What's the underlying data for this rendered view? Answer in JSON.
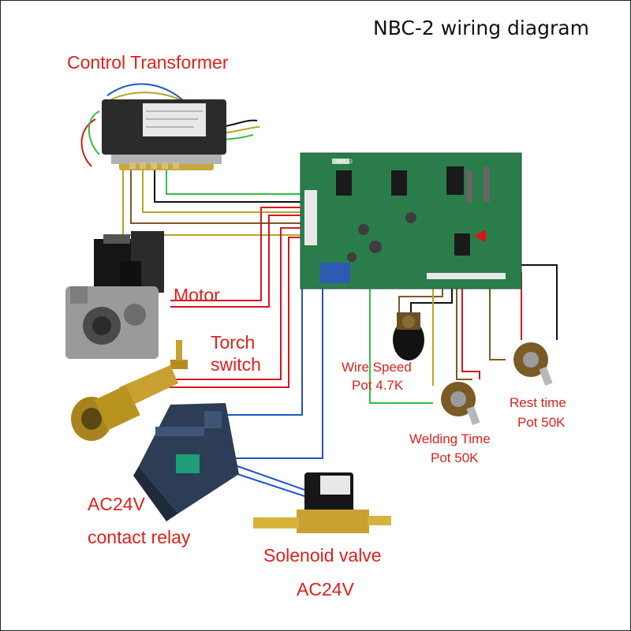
{
  "title": "NBC-2 wiring diagram",
  "labels": {
    "control_transformer": "Control Transformer",
    "motor": "Motor",
    "torch_line1": "Torch",
    "torch_line2": "switch",
    "wire_speed_line1": "Wire Speed",
    "wire_speed_line2": "Pot 4.7K",
    "rest_time_line1": "Rest time",
    "rest_time_line2": "Pot 50K",
    "welding_time_line1": "Welding Time",
    "welding_time_line2": "Pot 50K",
    "relay_line1": "AC24V",
    "relay_line2": "contact relay",
    "solenoid_line1": "Solenoid valve",
    "solenoid_line2": "AC24V"
  },
  "board": {
    "model": "NBC-2"
  },
  "colors": {
    "label_red": "#e0201b",
    "wire_red": "#d8161b",
    "wire_blue": "#1d56c9",
    "wire_green": "#2fc142",
    "wire_yellow": "#b5a52a",
    "wire_brown": "#7a5a25",
    "wire_black": "#111111",
    "pcb_green": "#2a7d4a"
  }
}
